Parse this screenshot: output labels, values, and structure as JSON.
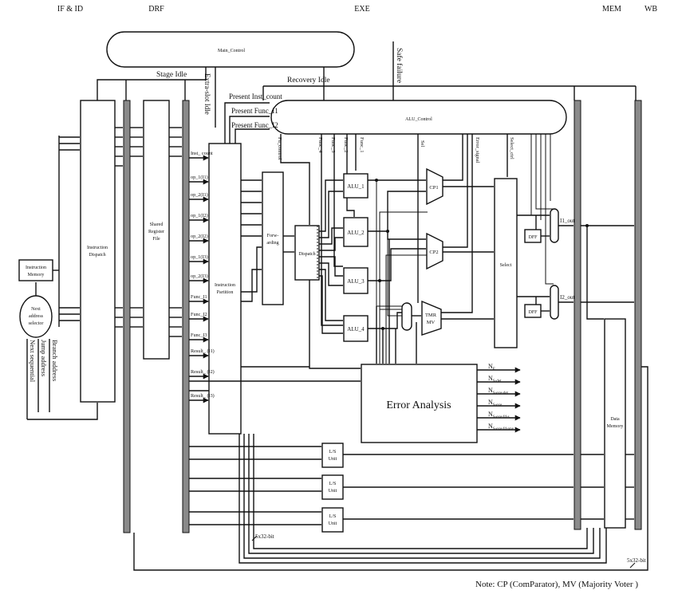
{
  "stages": {
    "ifid": "IF & ID",
    "drf": "DRF",
    "exe": "EXE",
    "mem": "MEM",
    "wb": "WB"
  },
  "blocks": {
    "main_control": "Main_Control",
    "alu_control": "ALU_Control",
    "instruction_memory": [
      "Instruction",
      "Memory"
    ],
    "next_address": [
      "Next",
      "address",
      "selector"
    ],
    "instruction_dispatch": [
      "Instruction",
      "Dispatch"
    ],
    "shared_register_file": [
      "Shared",
      "Register",
      "File"
    ],
    "instruction_partition": [
      "Instruction",
      "Partition"
    ],
    "forwarding": [
      "Forw-",
      "arding"
    ],
    "dispatch": "Dispatch",
    "alu1": "ALU_1",
    "alu2": "ALU_2",
    "alu3": "ALU_3",
    "alu4": "ALU_4",
    "cp1": "CP1",
    "cp2": "CP2",
    "tmr": [
      "TMR",
      "MV"
    ],
    "select": "Select",
    "dff": "DFF",
    "error_analysis": "Error Analysis",
    "ls_unit": [
      "L/S",
      "Unit"
    ],
    "data_memory": [
      "Data",
      "Memory"
    ]
  },
  "signals": {
    "stage_idle": "Stage Idle",
    "extra_slot_idle": "Extra-slot Idle",
    "recovery_idle": "Recovery Idle",
    "safe_failure": "Safe failure",
    "present_inst_count": "Present Inst_count",
    "present_func_i1": "Present Func_I1",
    "present_func_i2": "Present Func_I2",
    "fu_control": "Fu_control",
    "func_4": "Func_4",
    "func_3": "Func_3",
    "func_2": "Func_2",
    "func_1": "Func_1",
    "sel": "Sel",
    "error_signal": "Error_signal",
    "select_ctrl": "Select_ctrl",
    "i1_out": "I1_out",
    "i2_out": "I2_out",
    "next_sequential": "Next sequential",
    "jump_address": "Jump address",
    "branch_address": "Branch address",
    "bus_width": "5x32-bit",
    "bus_width2": "5x32-bit"
  },
  "partition_inputs": [
    "Inst_ count",
    "op_1(I1)",
    "op_2(I1)",
    "op_1(I2)",
    "op_2(I2)",
    "op_1(I3)",
    "op_2(I3)",
    "Func_I1",
    "Func_I2",
    "Func_I3",
    "Result_ (I1)",
    "Result_ (I2)",
    "Result_ (I3)"
  ],
  "error_outputs": [
    {
      "base": "N",
      "sub": "E"
    },
    {
      "base": "N",
      "sub": "S-det"
    },
    {
      "base": "N",
      "sub": "S-exe-det"
    },
    {
      "base": "N",
      "sub": "S-exe"
    },
    {
      "base": "N",
      "sub": "S-exe-fd-s"
    },
    {
      "base": "N",
      "sub": "S-exe-fd-one"
    }
  ],
  "note": "Note: CP (ComParator), MV (Majority Voter )"
}
